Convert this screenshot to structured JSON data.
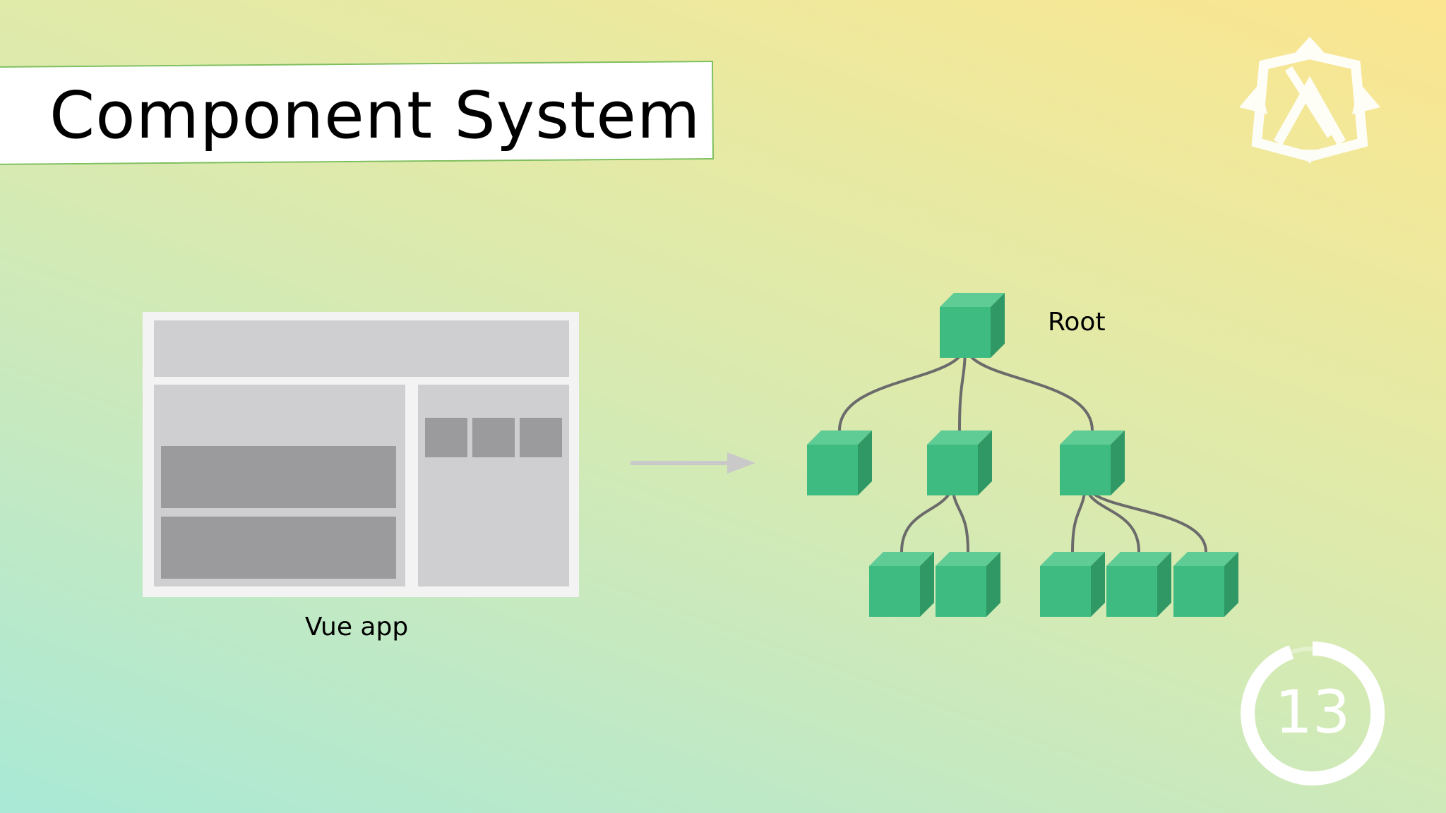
{
  "slide": {
    "title": "Component System",
    "app_label": "Vue app",
    "root_label": "Root",
    "counter": "13"
  },
  "colors": {
    "cube_front": "#3dbb81",
    "cube_top": "#5fcb95",
    "cube_side": "#2f9865",
    "connector": "#6b6b6b",
    "arrow": "#c9c9c9",
    "mock_panel": "#cfcfd1",
    "mock_block": "#9b9a9c"
  },
  "tree": {
    "nodes": [
      {
        "id": "root",
        "level": 0
      },
      {
        "id": "child-1",
        "level": 1,
        "parent": "root"
      },
      {
        "id": "child-2",
        "level": 1,
        "parent": "root"
      },
      {
        "id": "child-3",
        "level": 1,
        "parent": "root"
      },
      {
        "id": "child-2-1",
        "level": 2,
        "parent": "child-2"
      },
      {
        "id": "child-2-2",
        "level": 2,
        "parent": "child-2"
      },
      {
        "id": "child-3-1",
        "level": 2,
        "parent": "child-3"
      },
      {
        "id": "child-3-2",
        "level": 2,
        "parent": "child-3"
      },
      {
        "id": "child-3-3",
        "level": 2,
        "parent": "child-3"
      }
    ]
  },
  "icons": {
    "logo": "tent-book-logo-icon",
    "counter": "countdown-ring-icon",
    "arrow": "right-arrow-icon"
  }
}
